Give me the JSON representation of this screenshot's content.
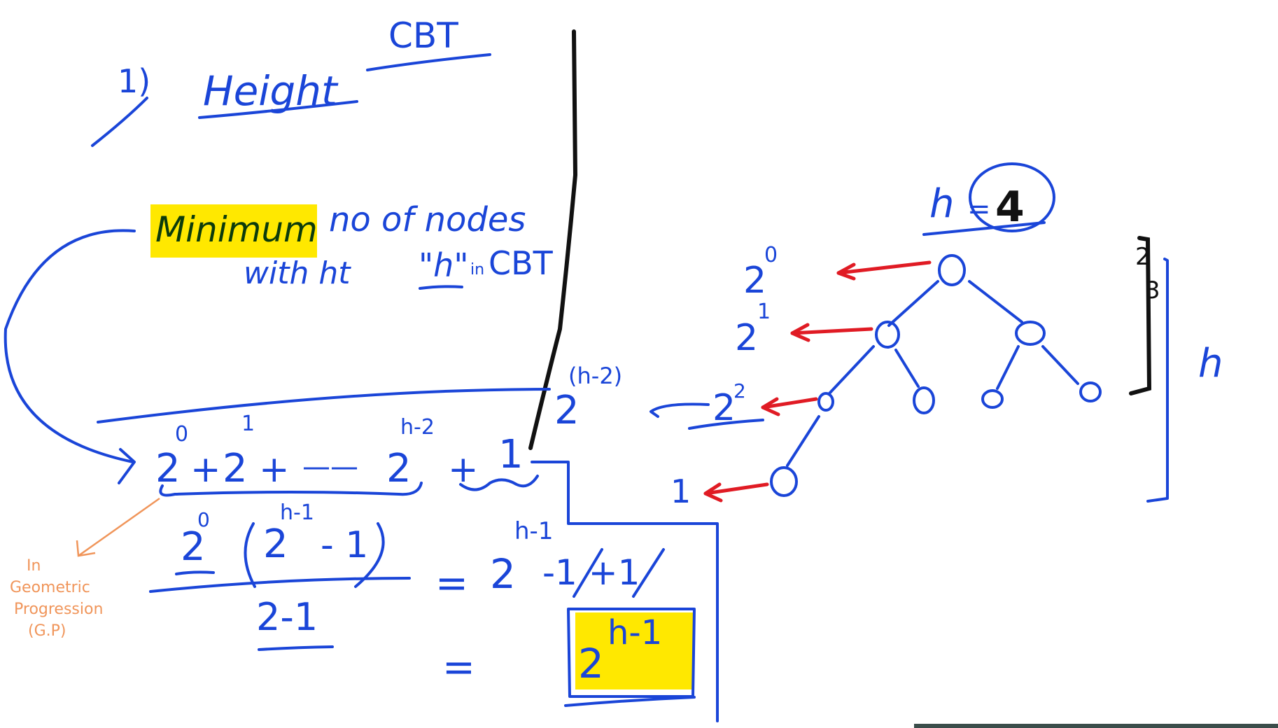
{
  "heading": {
    "number": "1)",
    "word": "Height",
    "tag": "CBT"
  },
  "question": {
    "line1_highlight": "Minimum",
    "line1_rest": "no of nodes",
    "line2_a": "with ht",
    "line2_h": "\"h\"",
    "line2_in": "in",
    "line2_b": "CBT"
  },
  "series": {
    "t0_base": "2",
    "t0_exp": "0",
    "plus1": "+",
    "t1_base": "2",
    "t1_exp": "1",
    "plus2": "+",
    "dash": "——",
    "t2_base": "2",
    "t2_exp": "h-2",
    "plus3": "+",
    "one": "1"
  },
  "gp_note": {
    "line1": "In",
    "line2": "Geometric",
    "line3": "Progression",
    "line4": "(G.P)"
  },
  "sum_formula": {
    "coef_base": "2",
    "coef_exp": "0",
    "num_base": "2",
    "num_exp": "h-1",
    "num_minus": "- 1",
    "den": "2-1",
    "eq1": "=",
    "res_base": "2",
    "res_exp": "h-1",
    "res_cancel": "-1 +1",
    "eq2": "=",
    "final_base": "2",
    "final_exp": "h-1"
  },
  "tree": {
    "h_label": "h",
    "h_eq": "=",
    "h_value": "4",
    "level_labels": [
      {
        "base": "2",
        "exp": "0"
      },
      {
        "base": "2",
        "exp": "1"
      },
      {
        "base": "2",
        "exp": "2"
      },
      {
        "base": "1",
        "exp": ""
      }
    ],
    "term_mid_base": "2",
    "term_mid_exp": "(h-2)",
    "bracket_inner_labels": [
      "2",
      "3"
    ],
    "bracket_outer_label": "h"
  },
  "colors": {
    "ink": "#1a45d8",
    "arrows": "#e01b24",
    "divider": "#111111",
    "highlight": "#ffe800",
    "note": "#f0955a"
  }
}
